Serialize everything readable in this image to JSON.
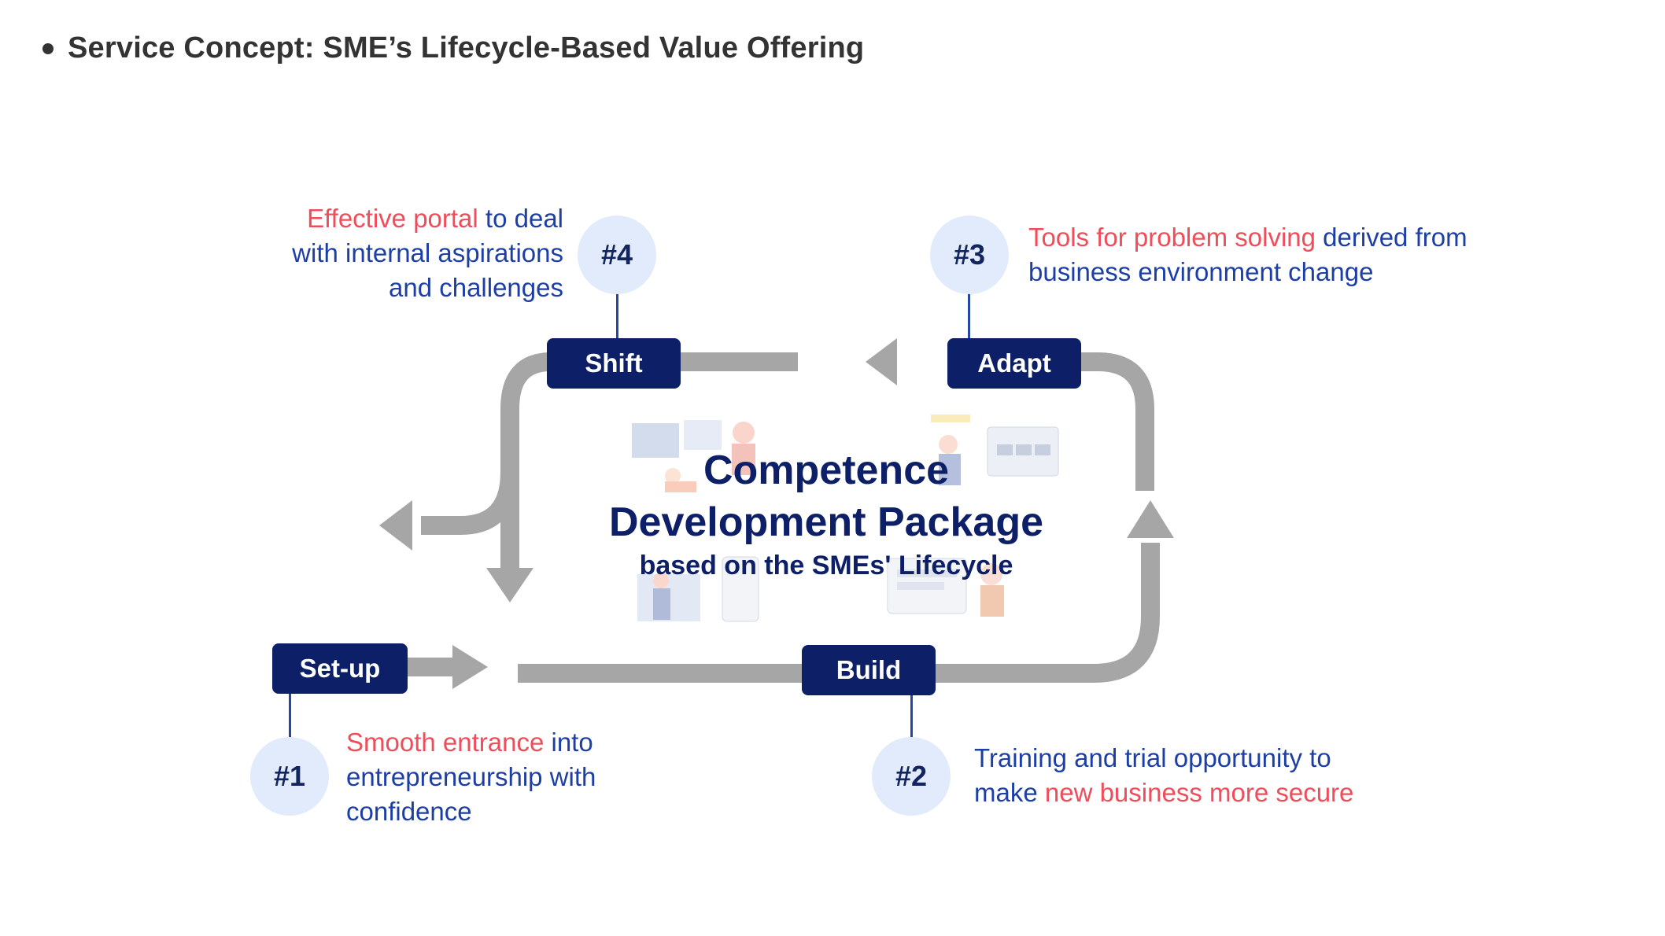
{
  "title": "Service Concept: SME’s Lifecycle-Based Value Offering",
  "center": {
    "title_line1": "Competence",
    "title_line2": "Development Package",
    "subtitle": "based on the SMEs' Lifecycle"
  },
  "stages": {
    "setup": "Set-up",
    "build": "Build",
    "adapt": "Adapt",
    "shift": "Shift"
  },
  "steps": {
    "one": {
      "number": "#1",
      "line1_highlight": "Smooth entrance",
      "line1_rest": " into",
      "line2": "entrepreneurship with",
      "line3": "confidence"
    },
    "two": {
      "number": "#2",
      "line1": "Training and trial opportunity to",
      "line2_start": "make ",
      "line2_highlight": "new business more secure"
    },
    "three": {
      "number": "#3",
      "line1_highlight": "Tools for problem solving",
      "line1_rest": " derived from",
      "line2": "business environment change"
    },
    "four": {
      "number": "#4",
      "line1_highlight": "Effective portal",
      "line1_rest": " to deal",
      "line2": "with internal aspirations",
      "line3": "and challenges"
    }
  },
  "colors": {
    "navy": "#0d1f66",
    "blue_text": "#1d3fa5",
    "highlight": "#ef4d5a",
    "arrow_gray": "#a6a6a6",
    "circle_fill": "#e1ebfb"
  }
}
